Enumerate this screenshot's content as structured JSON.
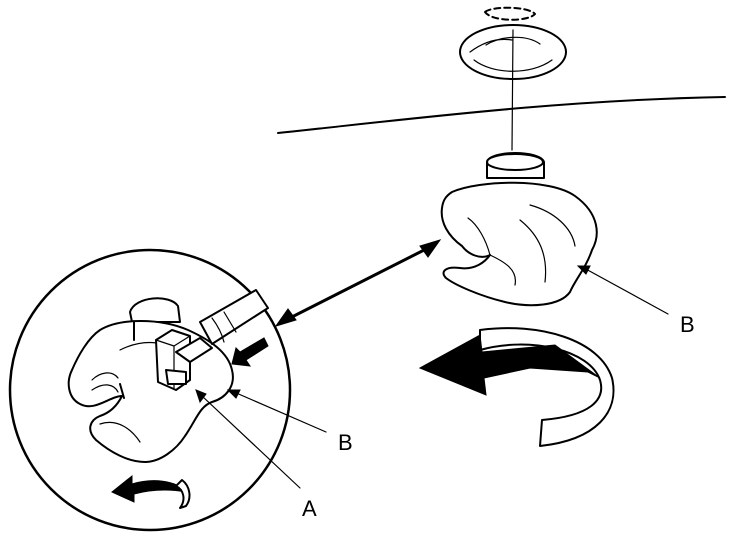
{
  "labels": {
    "a": "A",
    "b_detail": "B",
    "b_main": "B"
  },
  "icons": {
    "rotate_large": "curved-rotation-arrow",
    "rotate_small": "curved-rotation-arrow",
    "push_direction": "push-arrow",
    "magnify_pointer": "double-headed-arrow"
  }
}
